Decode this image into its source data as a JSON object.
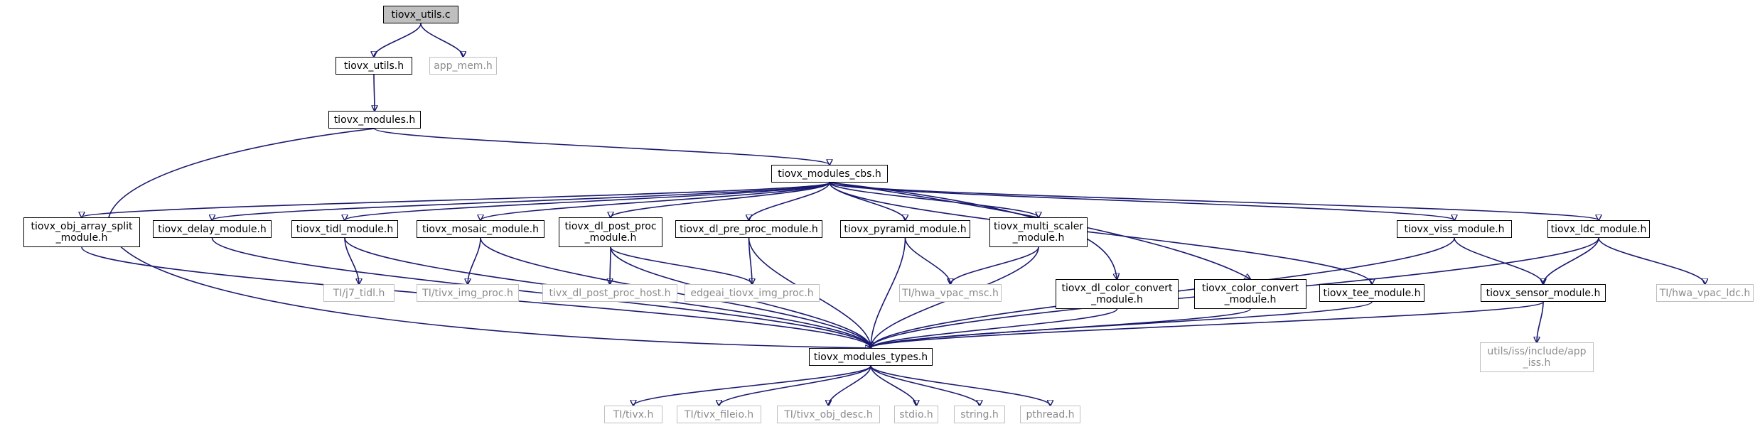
{
  "colors": {
    "edge": "#191970",
    "current_fill": "#bfbfbf",
    "link_border": "#000000",
    "external_border": "#bfbfbf",
    "external_text": "#8c8c8c"
  },
  "nodes": {
    "tiovx_utils_c": {
      "lines": [
        "tiovx_utils.c"
      ],
      "style": "current"
    },
    "tiovx_utils_h": {
      "lines": [
        "tiovx_utils.h"
      ],
      "style": "link"
    },
    "app_mem_h": {
      "lines": [
        "app_mem.h"
      ],
      "style": "external"
    },
    "tiovx_modules_h": {
      "lines": [
        "tiovx_modules.h"
      ],
      "style": "link"
    },
    "tiovx_modules_cbs_h": {
      "lines": [
        "tiovx_modules_cbs.h"
      ],
      "style": "link"
    },
    "tiovx_obj_array_split_module_h": {
      "lines": [
        "tiovx_obj_array_split",
        "_module.h"
      ],
      "style": "link"
    },
    "tiovx_delay_module_h": {
      "lines": [
        "tiovx_delay_module.h"
      ],
      "style": "link"
    },
    "tiovx_tidl_module_h": {
      "lines": [
        "tiovx_tidl_module.h"
      ],
      "style": "link"
    },
    "tiovx_mosaic_module_h": {
      "lines": [
        "tiovx_mosaic_module.h"
      ],
      "style": "link"
    },
    "tiovx_dl_post_proc_module_h": {
      "lines": [
        "tiovx_dl_post_proc",
        "_module.h"
      ],
      "style": "link"
    },
    "tiovx_dl_pre_proc_module_h": {
      "lines": [
        "tiovx_dl_pre_proc_module.h"
      ],
      "style": "link"
    },
    "tiovx_pyramid_module_h": {
      "lines": [
        "tiovx_pyramid_module.h"
      ],
      "style": "link"
    },
    "tiovx_multi_scaler_module_h": {
      "lines": [
        "tiovx_multi_scaler",
        "_module.h"
      ],
      "style": "link"
    },
    "tiovx_viss_module_h": {
      "lines": [
        "tiovx_viss_module.h"
      ],
      "style": "link"
    },
    "tiovx_ldc_module_h": {
      "lines": [
        "tiovx_ldc_module.h"
      ],
      "style": "link"
    },
    "ti_j7_tidl_h": {
      "lines": [
        "TI/j7_tidl.h"
      ],
      "style": "external"
    },
    "ti_tivx_img_proc_h": {
      "lines": [
        "TI/tivx_img_proc.h"
      ],
      "style": "external"
    },
    "tivx_dl_post_proc_host_h": {
      "lines": [
        "tivx_dl_post_proc_host.h"
      ],
      "style": "external"
    },
    "edgeai_tiovx_img_proc_h": {
      "lines": [
        "edgeai_tiovx_img_proc.h"
      ],
      "style": "external"
    },
    "ti_hwa_vpac_msc_h": {
      "lines": [
        "TI/hwa_vpac_msc.h"
      ],
      "style": "external"
    },
    "tiovx_dl_color_convert_module_h": {
      "lines": [
        "tiovx_dl_color_convert",
        "_module.h"
      ],
      "style": "link"
    },
    "tiovx_color_convert_module_h": {
      "lines": [
        "tiovx_color_convert",
        "_module.h"
      ],
      "style": "link"
    },
    "tiovx_tee_module_h": {
      "lines": [
        "tiovx_tee_module.h"
      ],
      "style": "link"
    },
    "tiovx_sensor_module_h": {
      "lines": [
        "tiovx_sensor_module.h"
      ],
      "style": "link"
    },
    "ti_hwa_vpac_ldc_h": {
      "lines": [
        "TI/hwa_vpac_ldc.h"
      ],
      "style": "external"
    },
    "tiovx_modules_types_h": {
      "lines": [
        "tiovx_modules_types.h"
      ],
      "style": "link"
    },
    "utils_iss_app_iss_h": {
      "lines": [
        "utils/iss/include/app",
        "_iss.h"
      ],
      "style": "external"
    },
    "ti_tivx_h": {
      "lines": [
        "TI/tivx.h"
      ],
      "style": "external"
    },
    "ti_tivx_fileio_h": {
      "lines": [
        "TI/tivx_fileio.h"
      ],
      "style": "external"
    },
    "ti_tivx_obj_desc_h": {
      "lines": [
        "TI/tivx_obj_desc.h"
      ],
      "style": "external"
    },
    "stdio_h": {
      "lines": [
        "stdio.h"
      ],
      "style": "external"
    },
    "string_h": {
      "lines": [
        "string.h"
      ],
      "style": "external"
    },
    "pthread_h": {
      "lines": [
        "pthread.h"
      ],
      "style": "external"
    }
  },
  "edges": [
    [
      "tiovx_utils_c",
      "tiovx_utils_h"
    ],
    [
      "tiovx_utils_c",
      "app_mem_h"
    ],
    [
      "tiovx_utils_h",
      "tiovx_modules_h"
    ],
    [
      "tiovx_modules_h",
      "tiovx_modules_cbs_h"
    ],
    [
      "tiovx_modules_h",
      "tiovx_modules_types_h"
    ],
    [
      "tiovx_modules_cbs_h",
      "tiovx_obj_array_split_module_h"
    ],
    [
      "tiovx_modules_cbs_h",
      "tiovx_delay_module_h"
    ],
    [
      "tiovx_modules_cbs_h",
      "tiovx_tidl_module_h"
    ],
    [
      "tiovx_modules_cbs_h",
      "tiovx_mosaic_module_h"
    ],
    [
      "tiovx_modules_cbs_h",
      "tiovx_dl_post_proc_module_h"
    ],
    [
      "tiovx_modules_cbs_h",
      "tiovx_dl_pre_proc_module_h"
    ],
    [
      "tiovx_modules_cbs_h",
      "tiovx_pyramid_module_h"
    ],
    [
      "tiovx_modules_cbs_h",
      "tiovx_multi_scaler_module_h"
    ],
    [
      "tiovx_modules_cbs_h",
      "tiovx_dl_color_convert_module_h"
    ],
    [
      "tiovx_modules_cbs_h",
      "tiovx_color_convert_module_h"
    ],
    [
      "tiovx_modules_cbs_h",
      "tiovx_tee_module_h"
    ],
    [
      "tiovx_modules_cbs_h",
      "tiovx_viss_module_h"
    ],
    [
      "tiovx_modules_cbs_h",
      "tiovx_ldc_module_h"
    ],
    [
      "tiovx_obj_array_split_module_h",
      "tiovx_modules_types_h"
    ],
    [
      "tiovx_delay_module_h",
      "tiovx_modules_types_h"
    ],
    [
      "tiovx_tidl_module_h",
      "ti_j7_tidl_h"
    ],
    [
      "tiovx_tidl_module_h",
      "tiovx_modules_types_h"
    ],
    [
      "tiovx_mosaic_module_h",
      "ti_tivx_img_proc_h"
    ],
    [
      "tiovx_mosaic_module_h",
      "tiovx_modules_types_h"
    ],
    [
      "tiovx_dl_post_proc_module_h",
      "tivx_dl_post_proc_host_h"
    ],
    [
      "tiovx_dl_post_proc_module_h",
      "edgeai_tiovx_img_proc_h"
    ],
    [
      "tiovx_dl_post_proc_module_h",
      "tiovx_modules_types_h"
    ],
    [
      "tiovx_dl_pre_proc_module_h",
      "edgeai_tiovx_img_proc_h"
    ],
    [
      "tiovx_dl_pre_proc_module_h",
      "tiovx_modules_types_h"
    ],
    [
      "tiovx_pyramid_module_h",
      "ti_hwa_vpac_msc_h"
    ],
    [
      "tiovx_pyramid_module_h",
      "tiovx_modules_types_h"
    ],
    [
      "tiovx_multi_scaler_module_h",
      "ti_hwa_vpac_msc_h"
    ],
    [
      "tiovx_multi_scaler_module_h",
      "tiovx_modules_types_h"
    ],
    [
      "tiovx_dl_color_convert_module_h",
      "tiovx_modules_types_h"
    ],
    [
      "tiovx_color_convert_module_h",
      "tiovx_modules_types_h"
    ],
    [
      "tiovx_tee_module_h",
      "tiovx_modules_types_h"
    ],
    [
      "tiovx_viss_module_h",
      "tiovx_sensor_module_h"
    ],
    [
      "tiovx_viss_module_h",
      "tiovx_modules_types_h"
    ],
    [
      "tiovx_ldc_module_h",
      "tiovx_sensor_module_h"
    ],
    [
      "tiovx_ldc_module_h",
      "ti_hwa_vpac_ldc_h"
    ],
    [
      "tiovx_ldc_module_h",
      "tiovx_modules_types_h"
    ],
    [
      "tiovx_sensor_module_h",
      "utils_iss_app_iss_h"
    ],
    [
      "tiovx_sensor_module_h",
      "tiovx_modules_types_h"
    ],
    [
      "tiovx_modules_types_h",
      "ti_tivx_h"
    ],
    [
      "tiovx_modules_types_h",
      "ti_tivx_fileio_h"
    ],
    [
      "tiovx_modules_types_h",
      "ti_tivx_obj_desc_h"
    ],
    [
      "tiovx_modules_types_h",
      "stdio_h"
    ],
    [
      "tiovx_modules_types_h",
      "string_h"
    ],
    [
      "tiovx_modules_types_h",
      "pthread_h"
    ]
  ]
}
